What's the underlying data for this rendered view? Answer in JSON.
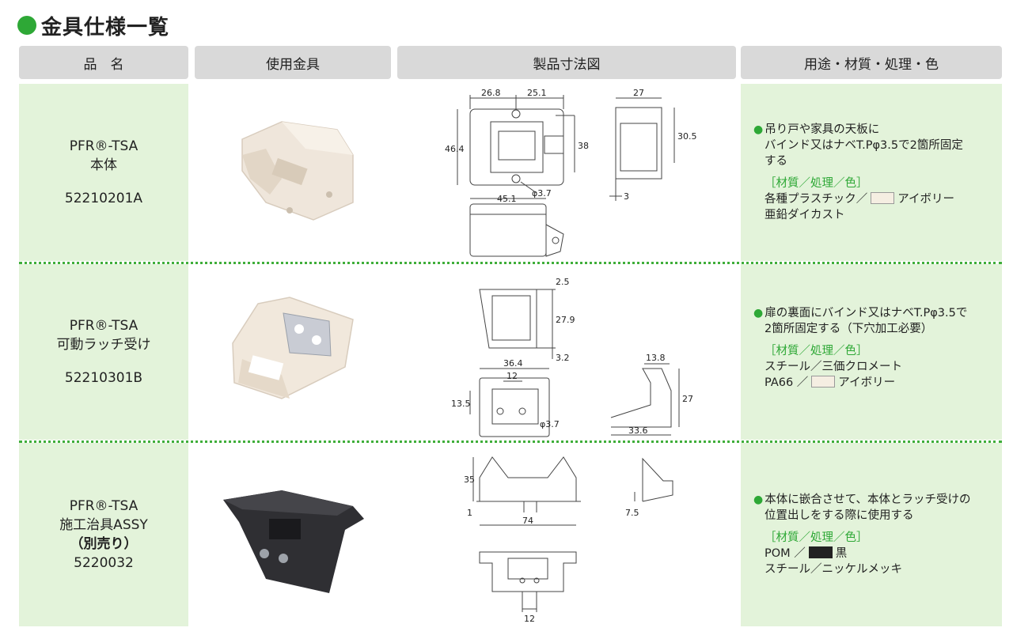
{
  "title": "金具仕様一覧",
  "headers": [
    "品　名",
    "使用金具",
    "製品寸法図",
    "用途・材質・処理・色"
  ],
  "colors": {
    "accent": "#2ea836",
    "row_bg": "#e3f3da",
    "ivory": "#f5eee2",
    "black": "#222222"
  },
  "rows": [
    {
      "name_lines": [
        "PFR®-TSA",
        "本体"
      ],
      "code": "52210201A",
      "usage_lines": [
        "吊り戸や家具の天板に",
        "バインド又はナベT.Pφ3.5で2箇所固定",
        "する"
      ],
      "material_head": "［材質／処理／色］",
      "material_lines": [
        {
          "pre": "各種プラスチック／",
          "swatch": "ivory",
          "post": "アイボリー"
        },
        {
          "pre": "亜鉛ダイカスト"
        }
      ],
      "dims": {
        "a": "26.8",
        "b": "25.1",
        "c": "27",
        "d": "46.4",
        "e": "38",
        "f": "30.5",
        "g": "φ3.7",
        "h": "3",
        "i": "45.1"
      }
    },
    {
      "name_lines": [
        "PFR®-TSA",
        "可動ラッチ受け"
      ],
      "code": "52210301B",
      "usage_lines": [
        "扉の裏面にバインド又はナベT.Pφ3.5で",
        "2箇所固定する（下穴加工必要）"
      ],
      "material_head": "［材質／処理／色］",
      "material_lines": [
        {
          "pre": "スチール／三価クロメート"
        },
        {
          "pre": "PA66 ／",
          "swatch": "ivory",
          "post": "アイボリー"
        }
      ],
      "dims": {
        "a": "2.5",
        "b": "27.9",
        "c": "3.2",
        "d": "36.4",
        "e": "12",
        "f": "13.5",
        "g": "φ3.7",
        "h": "13.8",
        "i": "27",
        "j": "33.6"
      }
    },
    {
      "name_lines": [
        "PFR®-TSA",
        "施工治具ASSY"
      ],
      "name_extra": "（別売り）",
      "code": "5220032",
      "usage_lines": [
        "本体に嵌合させて、本体とラッチ受けの",
        "位置出しをする際に使用する"
      ],
      "material_head": "［材質／処理／色］",
      "material_lines": [
        {
          "pre": "POM ／",
          "swatch": "black",
          "post": "黒"
        },
        {
          "pre": "スチール／ニッケルメッキ"
        }
      ],
      "dims": {
        "a": "35",
        "b": "1",
        "c": "74",
        "d": "7.5",
        "e": "12"
      }
    }
  ]
}
